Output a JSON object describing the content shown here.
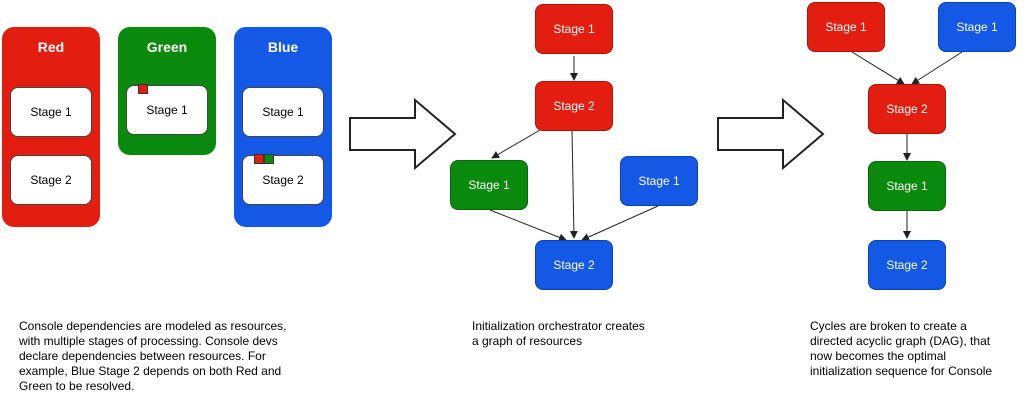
{
  "colors": {
    "red": "#e31d0f",
    "green": "#0a8a0d",
    "blue": "#1458e6"
  },
  "panel1": {
    "red_title": "Red",
    "green_title": "Green",
    "blue_title": "Blue",
    "red_stage1": "Stage 1",
    "red_stage2": "Stage 2",
    "green_stage1": "Stage 1",
    "blue_stage1": "Stage 1",
    "blue_stage2": "Stage 2",
    "caption": "Console dependencies are modeled as resources,\nwith multiple stages of processing. Console devs\ndeclare dependencies between resources. For\nexample, Blue Stage 2 depends on both Red and\nGreen to be resolved."
  },
  "panel2": {
    "red_stage1": "Stage 1",
    "red_stage2": "Stage 2",
    "green_stage1": "Stage 1",
    "blue_stage1": "Stage 1",
    "blue_stage2": "Stage 2",
    "caption": "Initialization orchestrator creates\na graph of resources"
  },
  "panel3": {
    "red_stage1": "Stage 1",
    "blue_stage1": "Stage 1",
    "red_stage2": "Stage 2",
    "green_stage1": "Stage 1",
    "blue_stage2": "Stage 2",
    "caption": "Cycles are broken to create a\ndirected acyclic graph (DAG), that\nnow becomes the optimal\ninitialization sequence for Console"
  }
}
